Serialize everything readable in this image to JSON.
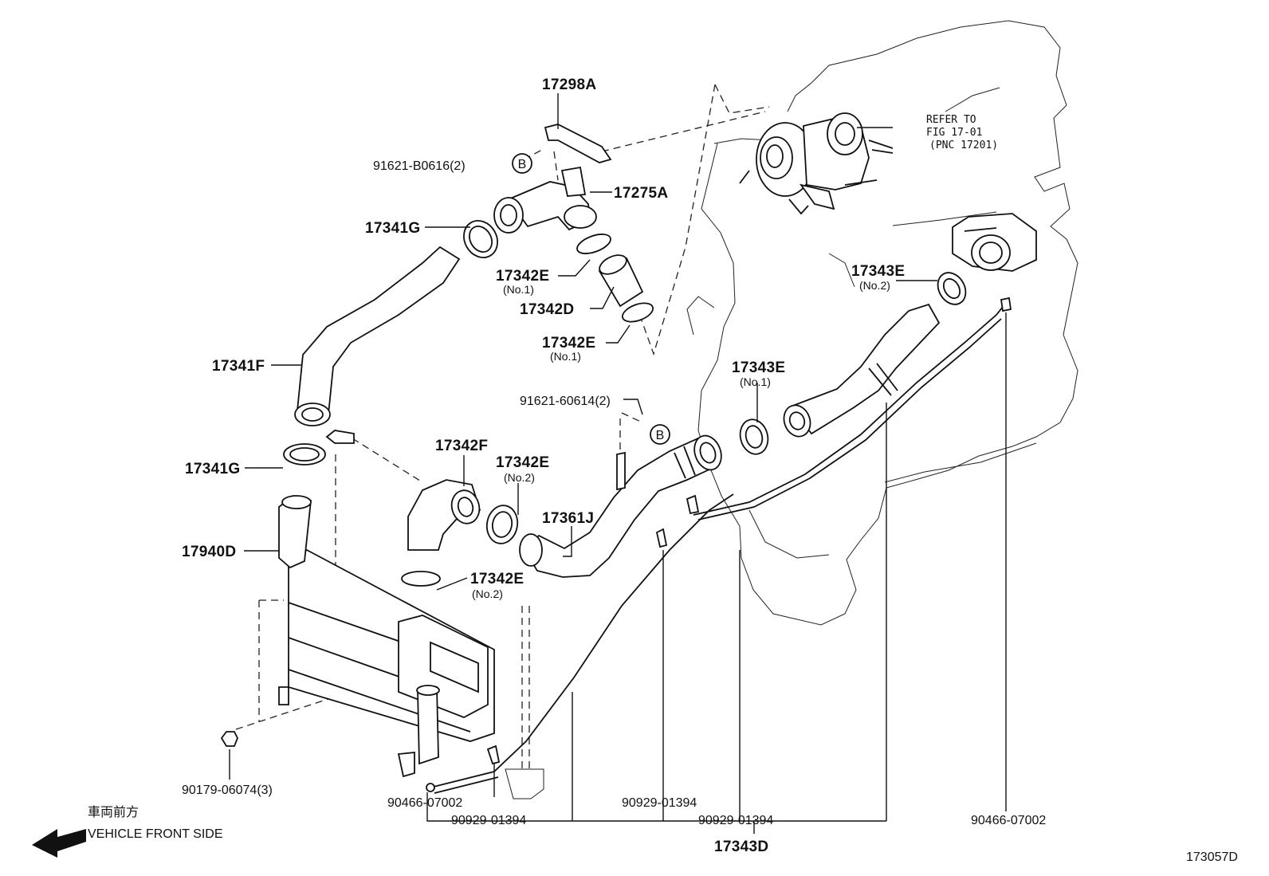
{
  "labels": {
    "p17298A": "17298A",
    "p91621_B0616": "91621-B0616(2)",
    "p17275A": "17275A",
    "p17341G_top": "17341G",
    "p17342E_a": "17342E",
    "p17342E_a_sub": "(No.1)",
    "p17342D": "17342D",
    "p17342E_b": "17342E",
    "p17342E_b_sub": "(No.1)",
    "p17341F": "17341F",
    "p91621_60614": "91621-60614(2)",
    "p17341G_bot": "17341G",
    "p17342F": "17342F",
    "p17342E_c": "17342E",
    "p17342E_c_sub": "(No.2)",
    "p17361J": "17361J",
    "p17940D": "17940D",
    "p17342E_d": "17342E",
    "p17342E_d_sub": "(No.2)",
    "p17343E_a": "17343E",
    "p17343E_a_sub": "(No.2)",
    "p17343E_b": "17343E",
    "p17343E_b_sub": "(No.1)",
    "p90179_06074": "90179-06074(3)",
    "p90466_07002_l": "90466-07002",
    "p90929_01394_a": "90929-01394",
    "p90929_01394_b": "90929-01394",
    "p90929_01394_c": "90929-01394",
    "p90466_07002_r": "90466-07002",
    "p17343D": "17343D"
  },
  "callouts": {
    "b_top": "B",
    "b_mid": "B"
  },
  "refer": {
    "line1": "REFER TO",
    "line2": "FIG 17-01",
    "line3": "(PNC 17201)"
  },
  "direction": {
    "japanese": "車両前方",
    "english": "VEHICLE FRONT SIDE",
    "icon": "left-arrow-icon"
  },
  "figure_id": "173057D"
}
